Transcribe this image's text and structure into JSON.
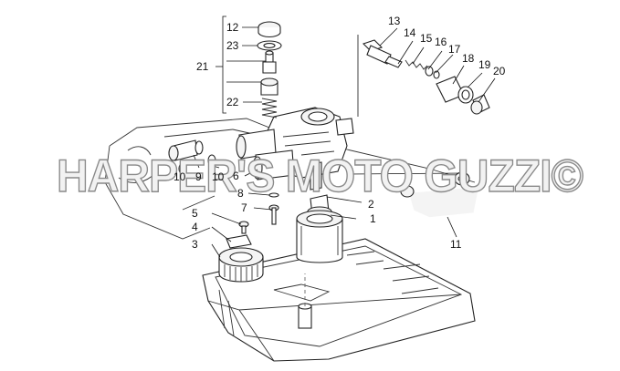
{
  "watermark": "HARPER'S MOTO GUZZI©",
  "callouts": [
    {
      "id": "c1",
      "label": "1"
    },
    {
      "id": "c2",
      "label": "2"
    },
    {
      "id": "c3",
      "label": "3"
    },
    {
      "id": "c4",
      "label": "4"
    },
    {
      "id": "c5",
      "label": "5"
    },
    {
      "id": "c6",
      "label": "6"
    },
    {
      "id": "c7",
      "label": "7"
    },
    {
      "id": "c8",
      "label": "8"
    },
    {
      "id": "c9",
      "label": "9"
    },
    {
      "id": "c10a",
      "label": "10"
    },
    {
      "id": "c10b",
      "label": "10"
    },
    {
      "id": "c11",
      "label": "11"
    },
    {
      "id": "c12",
      "label": "12"
    },
    {
      "id": "c13",
      "label": "13"
    },
    {
      "id": "c14",
      "label": "14"
    },
    {
      "id": "c15",
      "label": "15"
    },
    {
      "id": "c16",
      "label": "16"
    },
    {
      "id": "c17",
      "label": "17"
    },
    {
      "id": "c18",
      "label": "18"
    },
    {
      "id": "c19",
      "label": "19"
    },
    {
      "id": "c20",
      "label": "20"
    },
    {
      "id": "c21",
      "label": "21"
    },
    {
      "id": "c22",
      "label": "22"
    },
    {
      "id": "c23",
      "label": "23"
    }
  ]
}
